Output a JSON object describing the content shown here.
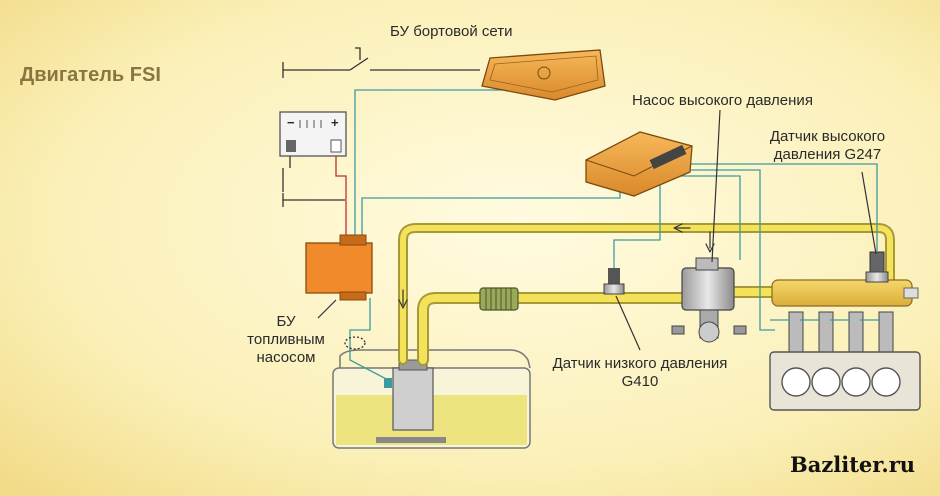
{
  "title": "Двигатель FSI",
  "labels": {
    "onboard_ecu": "БУ бортовой сети",
    "hp_pump": "Насос высокого давления",
    "hp_sensor_line1": "Датчик высокого",
    "hp_sensor_line2": "давления G247",
    "fuel_pump_ecu_line1": "БУ",
    "fuel_pump_ecu_line2": "топливным",
    "fuel_pump_ecu_line3": "насосом",
    "lp_sensor_line1": "Датчик низкого давления",
    "lp_sensor_line2": "G410"
  },
  "battery": {
    "minus": "−",
    "plus": "+"
  },
  "watermark": "Bazliter.ru",
  "colors": {
    "background_center": "#fdf7c8",
    "background_edge": "#f3df90",
    "fuel_line": "#f3e25a",
    "fuel_line_edge": "#a59a36",
    "ecu_orange": "#f0a23c",
    "fuel_pump_ecu": "#f08a2a",
    "wire_teal": "#3d9aa0",
    "wire_red": "#c0302a"
  }
}
